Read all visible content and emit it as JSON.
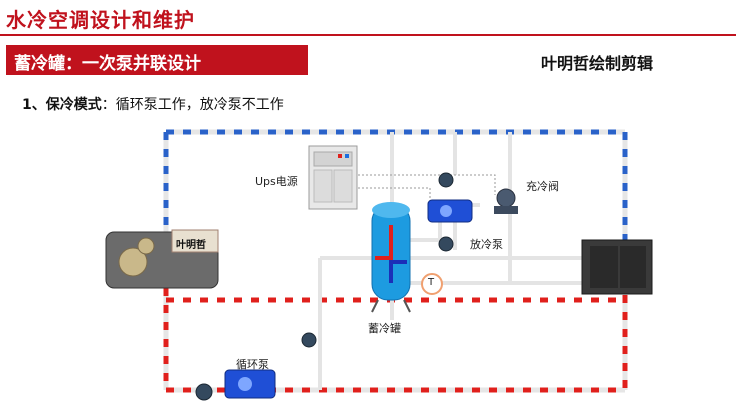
{
  "header": {
    "main_title": "水冷空调设计和维护",
    "section_title": "蓄冷罐：一次泵并联设计",
    "author_credit": "叶明哲绘制剪辑"
  },
  "mode": {
    "prefix": "1、",
    "name": "保冷模式",
    "separator": "：",
    "description": "循环泵工作，放冷泵不工作"
  },
  "labels": {
    "ups": "Ups电源",
    "charge_valve": "充冷阀",
    "discharge_pump": "放冷泵",
    "tank": "蓄冷罐",
    "circulation_pump": "循环泵",
    "thermometer": "T",
    "chiller_brand": "叶明哲"
  },
  "colors": {
    "accent_red": "#c0121d",
    "pipe_supply_blue": "#2a62c9",
    "pipe_return_red": "#e0201c",
    "pipe_neutral": "#e6e6e6",
    "tank_blue": "#1d9be0"
  }
}
